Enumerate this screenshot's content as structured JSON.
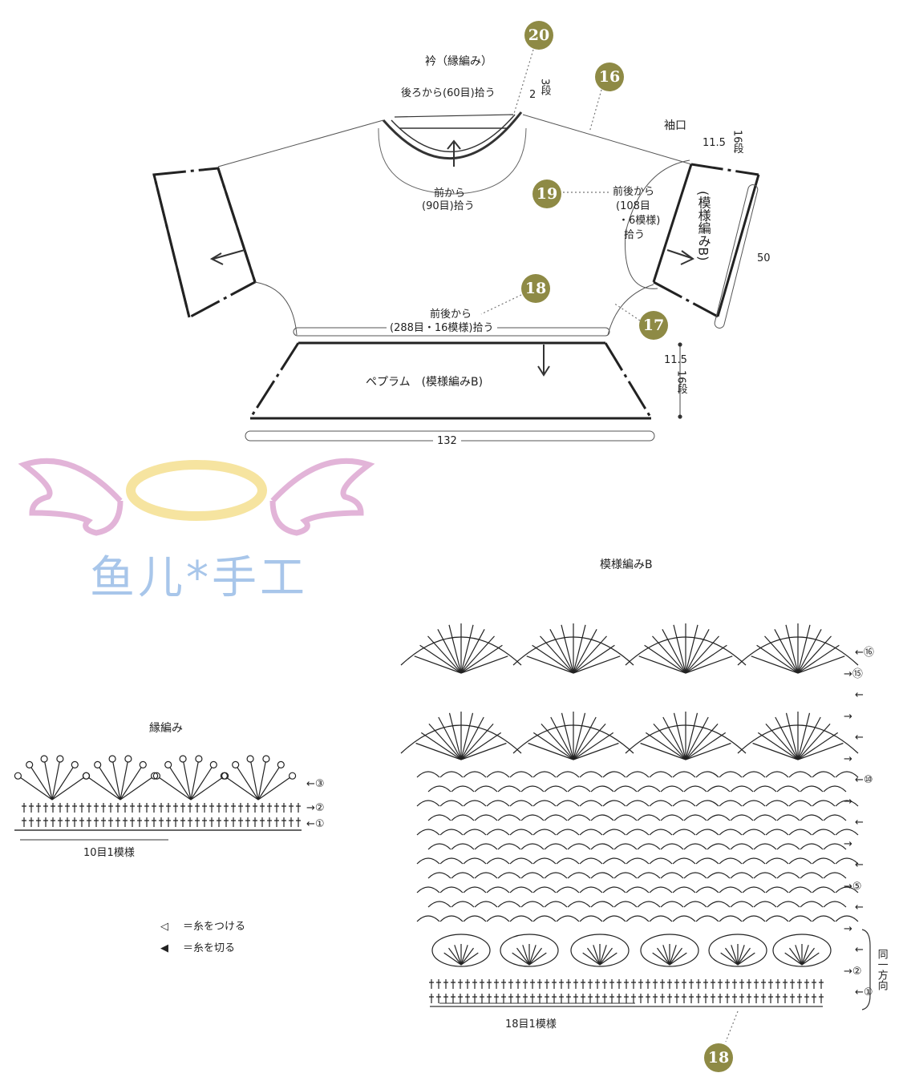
{
  "diagram": {
    "collar_label": "衿（縁編み）",
    "pickup_back": "後ろから(60目)拾う",
    "pickup_front_1": "前から",
    "pickup_front_2": "(90目)拾う",
    "collar_rows_num": "2",
    "collar_rows_unit": "3段",
    "cuff_label": "袖口",
    "cuff_rows_num": "11.5",
    "cuff_rows_unit": "16段",
    "sleeve_pickup_1": "前後から",
    "sleeve_pickup_2": "(108目",
    "sleeve_pickup_3": "・6模様)",
    "sleeve_pickup_4": "拾う",
    "cuff_pattern": "(模様編みB)",
    "cuff_width": "50",
    "body_pickup_1": "前後から",
    "body_pickup_2": "(288目・16模様)拾う",
    "peplum_label": "ペプラム　(模様編みB)",
    "peplum_rows_num": "11.5",
    "peplum_rows_unit": "16段",
    "peplum_width": "132",
    "badges": [
      "20",
      "16",
      "19",
      "18",
      "17"
    ]
  },
  "watermark": {
    "text": "鱼儿*手工",
    "wing_color": "#e2b4d8",
    "halo_color": "#f6e4a0",
    "text_color": "#a8c6ea"
  },
  "edging": {
    "title": "縁編み",
    "repeat_label": "10目1模様",
    "row_labels": [
      "←③",
      "→②",
      "←①"
    ]
  },
  "legend": [
    {
      "symbol": "◁",
      "text": "＝糸をつける"
    },
    {
      "symbol": "◀",
      "text": "＝糸を切る"
    }
  ],
  "pattern_b": {
    "title": "模様編みB",
    "repeat_label": "18目1模様",
    "same_direction": "同一方向",
    "row_marks": [
      "←⑯",
      "→⑮",
      "←",
      "→",
      "←",
      "→",
      "←⑩",
      "→",
      "←",
      "→",
      "←",
      "→⑤",
      "←",
      "→",
      "←",
      "→②",
      "←①"
    ],
    "badge": "18"
  },
  "accent_badge": "#8e8a45"
}
